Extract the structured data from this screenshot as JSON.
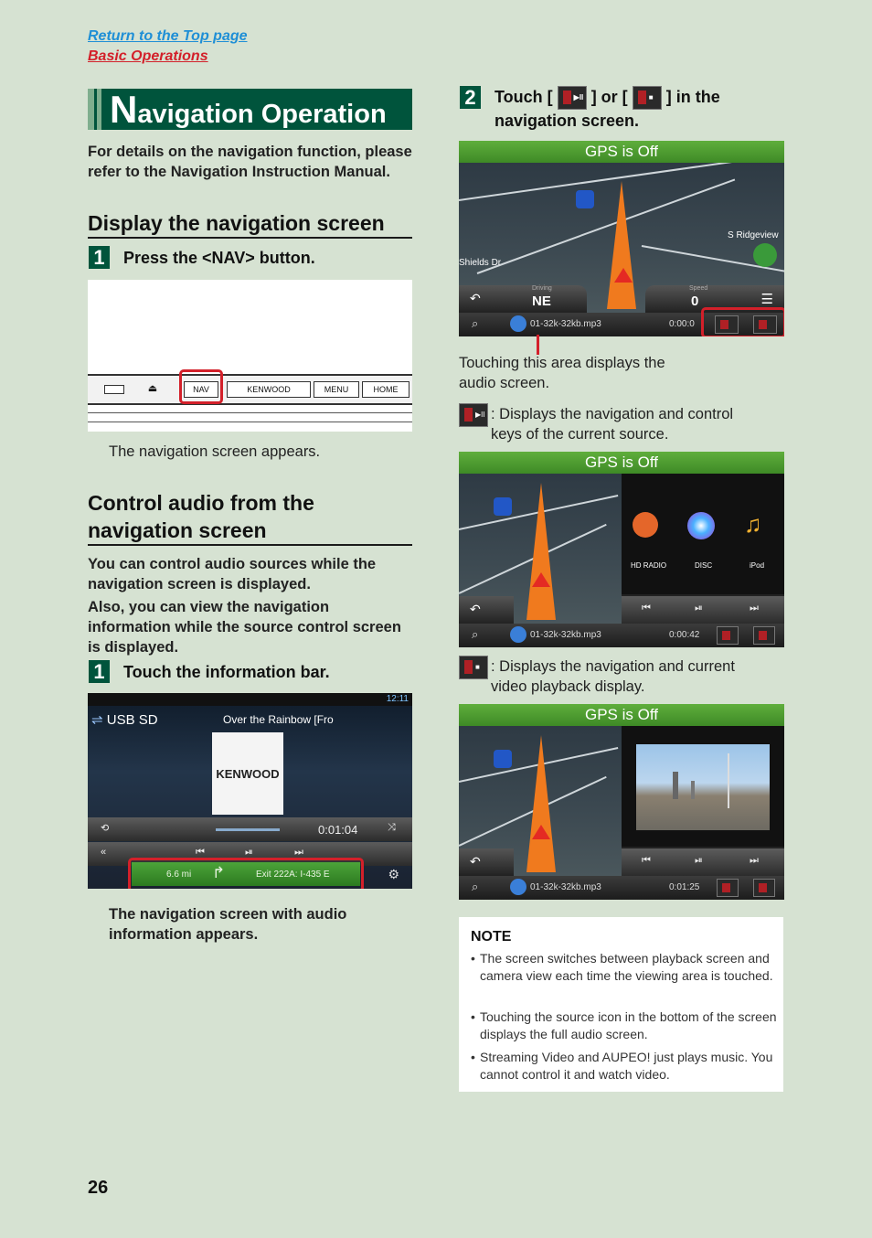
{
  "nav_links": {
    "top": "Return to the Top page",
    "basic": "Basic Operations"
  },
  "title": {
    "initial": "N",
    "rest": "avigation Operation"
  },
  "intro": "For details on the navigation function, please refer to the Navigation Instruction Manual.",
  "section1": {
    "heading": "Display the navigation screen",
    "step_num": "1",
    "step_text": "Press the <NAV> button.",
    "device_labels": [
      "NAV",
      "KENWOOD",
      "MENU",
      "HOME"
    ],
    "caption": "The navigation screen appears."
  },
  "section2": {
    "heading_line1": "Control audio from the",
    "heading_line2": "navigation screen",
    "para1": "You can control audio sources while the navigation screen is displayed.",
    "para2": "Also, you can view the navigation information while the source control screen is displayed.",
    "step_num": "1",
    "step_text": "Touch the information bar.",
    "caption": "The navigation screen with audio information appears.",
    "screen": {
      "source": "USB SD",
      "track": "Over the Rainbow [Fro",
      "time_clock": "12:11",
      "brand": "KENWOOD",
      "elapsed": "0:01:04",
      "distance": "6.6 mi",
      "exit": "Exit 222A: I-435 E"
    }
  },
  "step2": {
    "num": "2",
    "text_touch": "Touch [",
    "text_or": "] or [",
    "text_in": "] in the",
    "text_line2": "navigation screen.",
    "gps": "GPS is Off",
    "heading_label": "Driving",
    "heading_value": "NE",
    "speed_label": "Speed",
    "speed_value": "0",
    "road_label": "S Ridgeview",
    "road_label2": "Shields Dr",
    "file": "01-32k-32kb.mp3",
    "time1": "0:00:0",
    "annotation": "Touching this area displays the audio screen.",
    "icon1_desc": ": Displays the navigation and control keys of the current source.",
    "icon2_desc": ": Displays the navigation and current video playback display.",
    "sources": [
      "HD RADIO",
      "DISC",
      "iPod"
    ],
    "time2": "0:00:42",
    "time3": "0:01:25"
  },
  "note": {
    "title": "NOTE",
    "items": [
      "The screen switches between playback screen and camera view each time the viewing area is touched.",
      "Touching the source icon in the bottom of the screen displays the full audio screen.",
      "Streaming Video and AUPEO! just plays music. You cannot control it and watch video."
    ]
  },
  "page_number": "26"
}
